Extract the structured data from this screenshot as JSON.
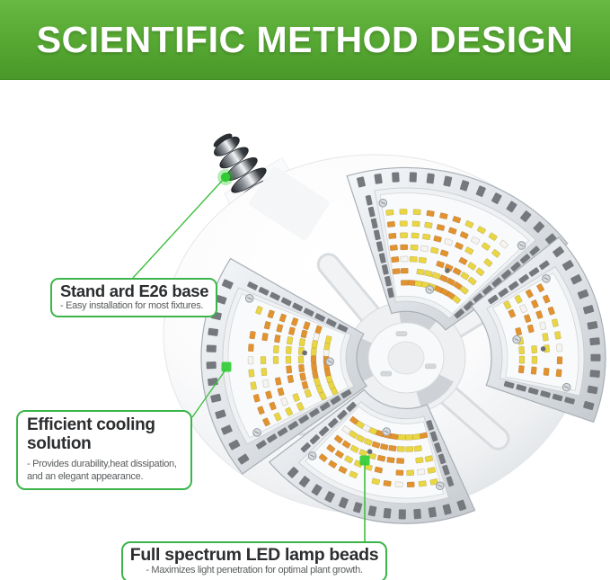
{
  "header": {
    "title": "SCIENTIFIC METHOD DESIGN"
  },
  "callouts": {
    "e26_base": {
      "title": "Stand ard E26 base",
      "description": "- Easy installation for most fixtures."
    },
    "cooling": {
      "title": "Efficient cooling solution",
      "description": "- Provides durability,heat dissipation,\nand an elegant appearance."
    },
    "led_beads": {
      "title": "Full spectrum LED lamp beads",
      "description": "- Maximizes light penetration for optimal plant growth."
    }
  },
  "colors": {
    "banner_gradient_top": "#68b843",
    "banner_gradient_bottom": "#4a9829",
    "header_text": "#ffffff",
    "callout_border": "#3cb54a",
    "connector_green": "#3fbf3f",
    "marker_green": "#2ecb31",
    "led_orange": "#e2922e",
    "led_yellow": "#e9d642",
    "lamp_frame_silver": "#d9dde1",
    "frame_slot_gray": "#75797d"
  }
}
